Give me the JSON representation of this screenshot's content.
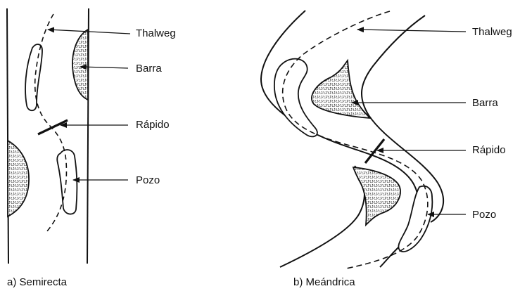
{
  "panels": {
    "semirecta": {
      "caption": "a) Semirecta",
      "labels": {
        "thalweg": "Thalweg",
        "barra": "Barra",
        "rapido": "Rápido",
        "pozo": "Pozo"
      }
    },
    "meandrica": {
      "caption": "b) Meándrica",
      "labels": {
        "thalweg": "Thalweg",
        "barra": "Barra",
        "rapido": "Rápido",
        "pozo": "Pozo"
      }
    }
  },
  "colors": {
    "stroke": "#111111",
    "bar_fill": "#8a8a8a"
  }
}
